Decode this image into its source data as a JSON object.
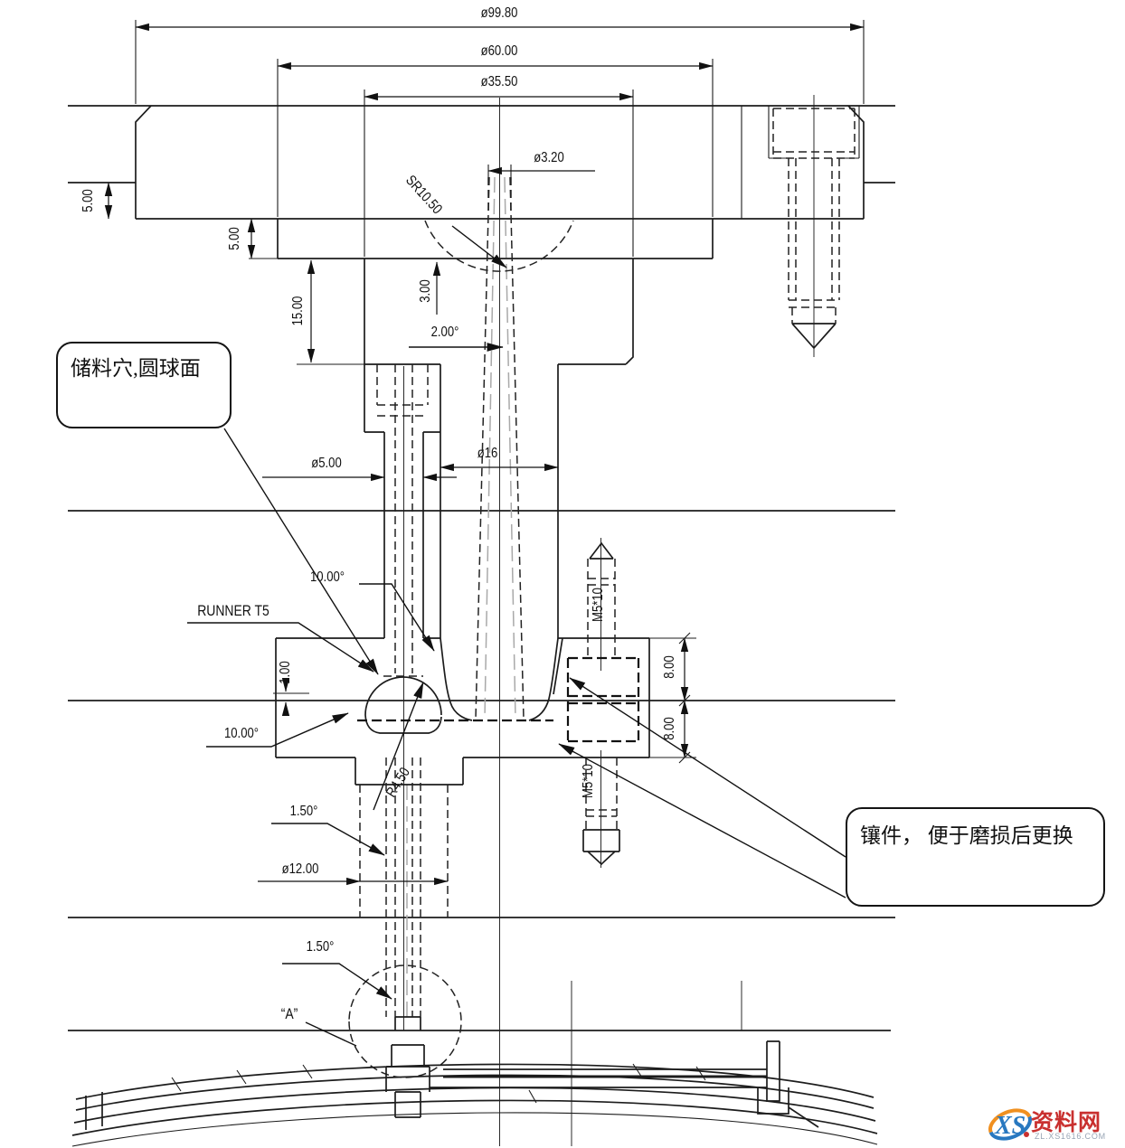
{
  "drawing": {
    "dims": {
      "dia_99_80": "ø99.80",
      "dia_60_00": "ø60.00",
      "dia_35_50": "ø35.50",
      "dia_3_20": "ø3.20",
      "sr_10_50": "SR10.50",
      "t5_left": "5.00",
      "t5_mid": "5.00",
      "t15": "15.00",
      "t3": "3.00",
      "angle_2": "2.00°",
      "dia_5_00": "ø5.00",
      "dia_16": "ø16",
      "angle_10_upper": "10.00°",
      "angle_10_lower": "10.00°",
      "runner": "RUNNER T5",
      "t1": "1.00",
      "r_4_50": "R4.50",
      "m5_top": "M5*10",
      "m5_bottom": "M5*10",
      "e8_top": "8.00",
      "e8_bottom": "8.00",
      "angle_1_5_upper": "1.50°",
      "dia_12_00": "ø12.00",
      "angle_1_5_lower": "1.50°",
      "detail_a": "“A”"
    },
    "callouts": {
      "storage_well": "储料穴,圆球面",
      "insert": "镶件， 便于磨损后更换"
    },
    "watermark": {
      "logo": "XS",
      "name": "资料网",
      "url": "ZL.XS1616.COM",
      "blue": "#2878c0",
      "orange": "#f09020",
      "red": "#c9302f"
    }
  }
}
